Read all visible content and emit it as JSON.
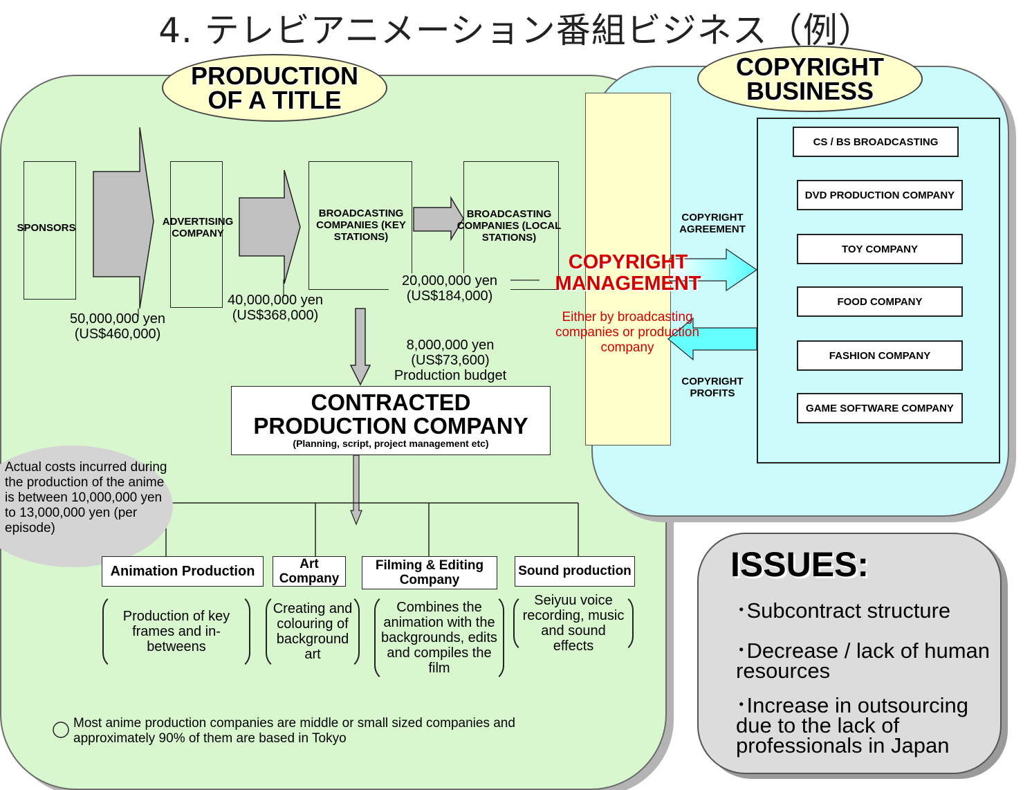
{
  "title": "4. テレビアニメーション番組ビジネス（例）",
  "production_oval": "PRODUCTION OF A TITLE",
  "copyright_oval": "COPYRIGHT BUSINESS",
  "flow": {
    "sponsors": "SPONSORS",
    "advertising": "ADVERTISING COMPANY",
    "key_stations": "BROADCASTING COMPANIES (KEY STATIONS)",
    "local_stations": "BROADCASTING COMPANIES (LOCAL STATIONS)",
    "amount_sponsor_yen": "50,000,000 yen",
    "amount_sponsor_usd": "(US$460,000)",
    "amount_adv_yen": "40,000,000 yen",
    "amount_adv_usd": "(US$368,000)",
    "amount_local_yen": "20,000,000 yen",
    "amount_local_usd": "(US$184,000)",
    "budget_yen": "8,000,000 yen",
    "budget_usd": "(US$73,600)",
    "budget_label": "Production budget"
  },
  "contracted": {
    "title_line1": "CONTRACTED",
    "title_line2": "PRODUCTION COMPANY",
    "subtitle": "(Planning, script, project management etc)"
  },
  "actual_costs": "Actual costs incurred during the production of the anime is between 10,000,000 yen to 13,000,000 yen (per episode)",
  "subcontractors": [
    {
      "name": "Animation Production",
      "desc": "Production of key frames and in-betweens"
    },
    {
      "name": "Art Company",
      "desc": "Creating and colouring of background art"
    },
    {
      "name": "Filming & Editing Company",
      "desc": "Combines the animation with the backgrounds, edits and compiles the film"
    },
    {
      "name": "Sound production",
      "desc": "Seiyuu voice recording, music and sound effects"
    }
  ],
  "footnote": "Most anime production companies are middle or small sized companies and approximately 90% of them are based in Tokyo",
  "copyright_mgmt": {
    "line1": "COPYRIGHT",
    "line2": "MANAGEMENT",
    "note": "Either by broadcasting companies or production company",
    "agreement": "COPYRIGHT AGREEMENT",
    "profits": "COPYRIGHT PROFITS"
  },
  "business_companies": [
    "CS / BS BROADCASTING",
    "DVD PRODUCTION COMPANY",
    "TOY COMPANY",
    "FOOD COMPANY",
    "FASHION COMPANY",
    "GAME SOFTWARE COMPANY"
  ],
  "issues": {
    "heading": "ISSUES:",
    "items": [
      "Subcontract structure",
      "Decrease / lack of human resources",
      "Increase in outsourcing due to the lack of professionals in Japan"
    ]
  },
  "colors": {
    "production_bg": "#d9f7cf",
    "copyright_bg": "#ccfbfb",
    "issues_bg": "#dcdcdc",
    "mgmt_bar": "#ffffcc",
    "accent_red": "#d40000",
    "arrow_cyan": "#66ffff",
    "arrow_grey": "#c0c0c0"
  }
}
